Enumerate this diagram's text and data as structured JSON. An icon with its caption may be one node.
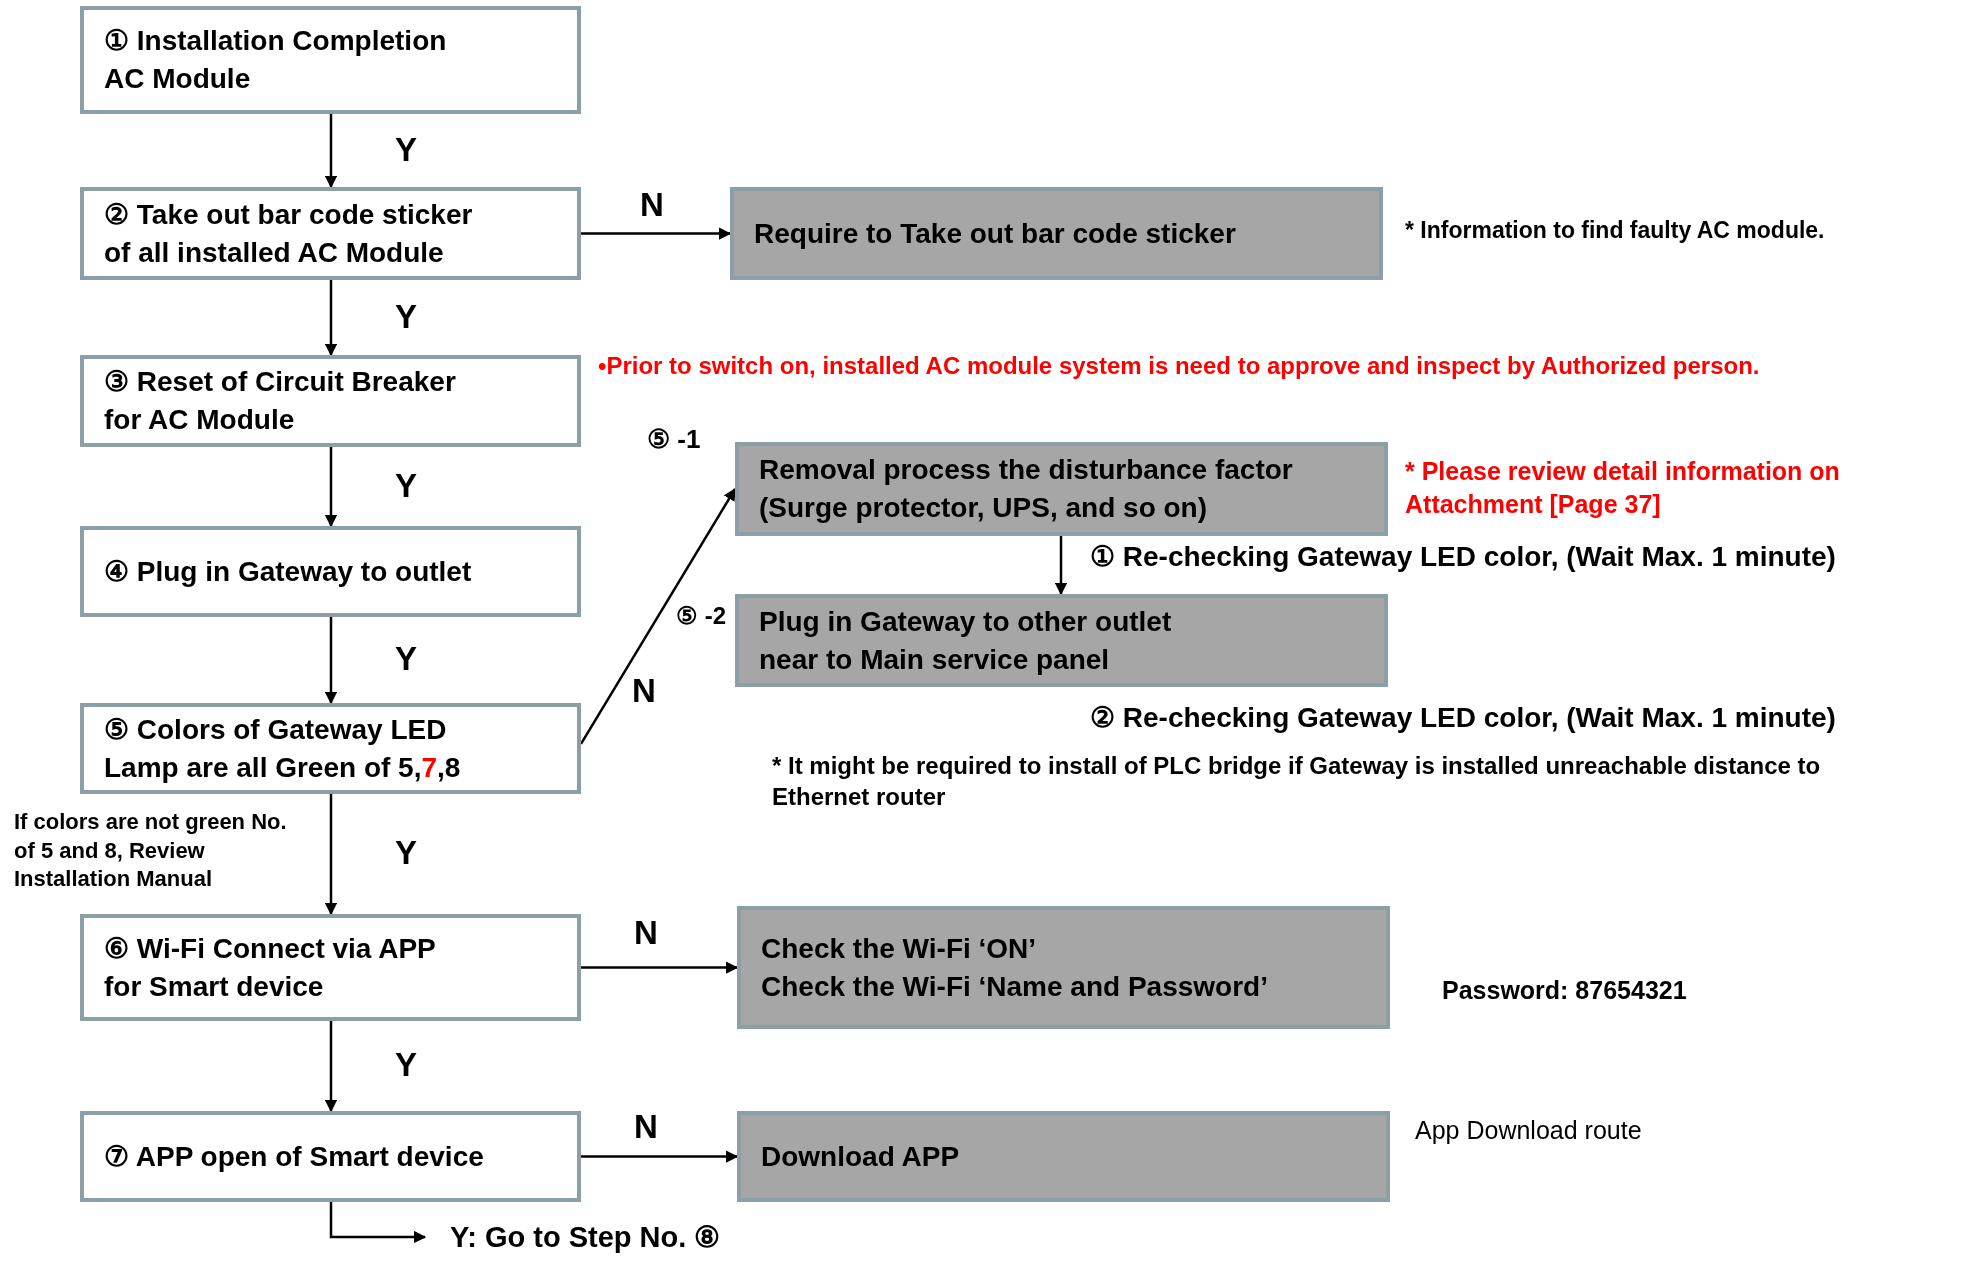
{
  "diagram": {
    "nodes": [
      {
        "text": [
          "① Installation Completion AC Module"
        ]
      },
      {
        "text": [
          "② Take out bar code sticker of all installed AC Module"
        ]
      },
      {
        "text": [
          "③ Reset of Circuit Breaker for AC Module"
        ]
      },
      {
        "text": [
          "④ Plug in Gateway to outlet"
        ]
      },
      {
        "text": [
          "⑤ Colors of Gateway LED Lamp are all Green of 5,*7*,8"
        ]
      },
      {
        "text": [
          "⑥ Wi-Fi Connect via APP for Smart device"
        ]
      },
      {
        "text": [
          "⑦ APP open of Smart device"
        ]
      },
      {
        "text": [
          "Require to Take out bar code sticker"
        ]
      },
      {
        "text": [
          "Removal process the disturbance factor (Surge protector, UPS, and so on)"
        ],
        "beside": [
          "⑤ -1"
        ]
      },
      {
        "text": [
          "Plug in Gateway to other outlet near to Main service panel"
        ]
      },
      {
        "text": [
          "Check the Wi-Fi ‘ON’",
          "Check the Wi-Fi ‘Name and Password’"
        ]
      },
      {
        "text": [
          "Download APP"
        ]
      },
      {
        "text": [
          "Y:  Go to Step No. ⑧"
        ]
      }
    ],
    "edges": [
      {
        "from": 0,
        "to": 1,
        "arrow": "to",
        "label": "Y"
      },
      {
        "from": 1,
        "to": 2,
        "arrow": "to",
        "label": "Y"
      },
      {
        "from": 2,
        "to": 3,
        "arrow": "to",
        "label": "Y"
      },
      {
        "from": 3,
        "to": 4,
        "arrow": "to",
        "label": "Y"
      },
      {
        "from": 4,
        "to": 5,
        "arrow": "to",
        "label": "Y"
      },
      {
        "from": 5,
        "to": 6,
        "arrow": "to",
        "label": "Y"
      },
      {
        "from": 6,
        "to": 12,
        "arrow": "to"
      },
      {
        "from": 1,
        "to": 7,
        "arrow": "to",
        "label": "N"
      },
      {
        "from": 4,
        "to": 8,
        "arrow": "to",
        "label": "N"
      },
      {
        "from": 8,
        "to": 9,
        "arrow": "to",
        "label": "① Re-checking Gateway LED color, (Wait Max. 1 minute)"
      },
      {
        "from": 5,
        "to": 10,
        "arrow": "to",
        "label": "N"
      },
      {
        "from": 6,
        "to": 11,
        "arrow": "to",
        "label": "N"
      }
    ],
    "labels": [
      "* Information to find faulty AC module.",
      "•Prior to switch on, installed AC module system is need to approve and inspect by Authorized person.",
      "* Please review detail information on Attachment [Page 37]",
      "⑤ -2",
      "② Re-checking Gateway LED color, (Wait Max. 1 minute)",
      "* It might be required to install of PLC bridge if Gateway is installed unreachable distance to Ethernet router",
      "If colors are not green No. of  5 and 8, Review Installation Manual",
      "Password: 87654321",
      "App Download route"
    ]
  }
}
